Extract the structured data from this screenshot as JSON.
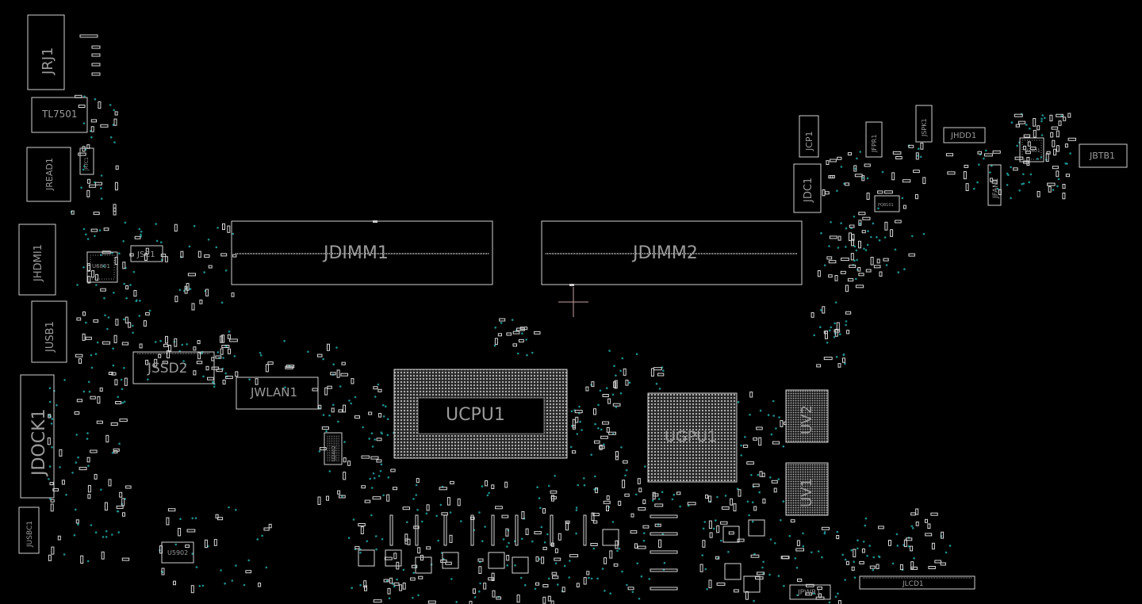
{
  "components": {
    "jrj1": "JRJ1",
    "tl7501": "TL7501",
    "jread1": "JREAD1",
    "jrtc1": "JRTC1",
    "jhdmi1": "JHDMI1",
    "u6801": "U6801",
    "jsc1": "JSC1",
    "jusb1": "JUSB1",
    "jssd2": "JSSD2",
    "jdock1": "JDOCK1",
    "jwlan1": "JWLAN1",
    "jusbc1": "JUSBC1",
    "u5902": "U5902",
    "u2402": "U2402",
    "jdimm1": "JDIMM1",
    "jdimm2": "JDIMM2",
    "ucpu1": "UCPU1",
    "ugpu1": "UGPU1",
    "uv2": "UV2",
    "uv1": "UV1",
    "jcp1": "JCP1",
    "jdc1": "JDC1",
    "jfpr1": "JFPR1",
    "jspk1": "JSPK1",
    "jhdd1": "JHDD1",
    "u7401": "U7401",
    "jfan1": "JFAN1",
    "jbtb1": "JBTB1",
    "pq8101": "PQ8101",
    "jlcd1": "JLCD1",
    "jpwr1": "JPWR1"
  },
  "colors": {
    "background": "#000000",
    "outline": "#cfcfcf",
    "label": "#9a9a9a",
    "via": "#1e8f8f",
    "cursor": "#c8a0a0"
  }
}
